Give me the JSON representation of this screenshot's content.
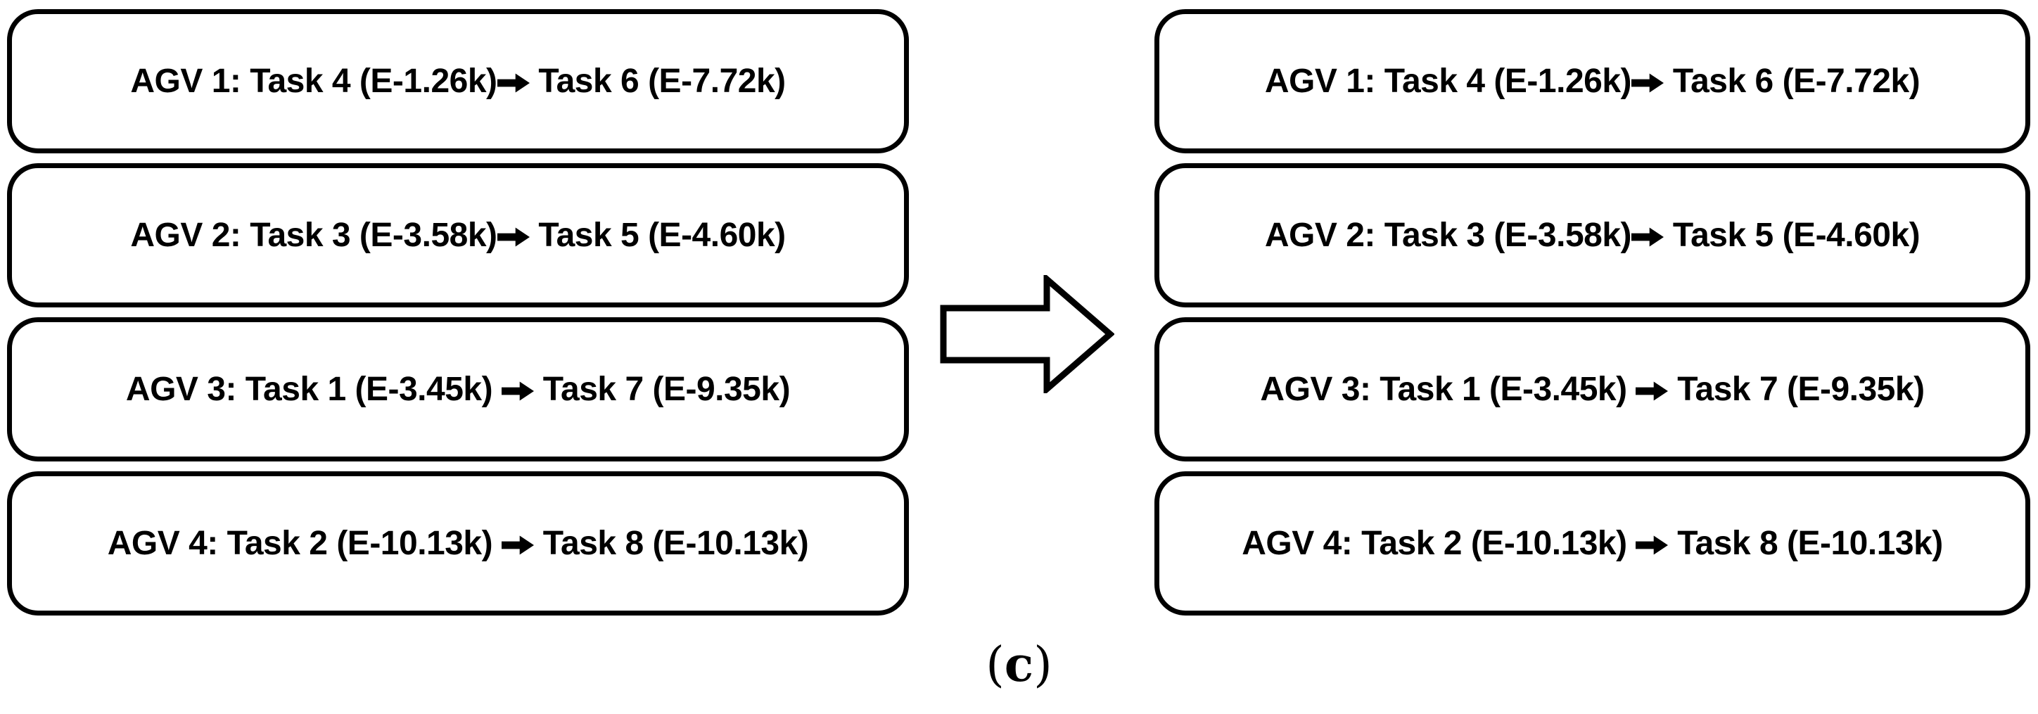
{
  "figure": {
    "caption": {
      "open": "(",
      "letter": "c",
      "close": ")"
    },
    "icons": {
      "inline_task_arrow_glyph": "➡",
      "between_columns_arrow": "hollow-block-right-arrow"
    },
    "colors": {
      "background": "#ffffff",
      "box_fill": "#ffffff",
      "box_border": "#000000",
      "text": "#000000",
      "arrow_fill": "#ffffff",
      "arrow_stroke": "#000000"
    },
    "columns": {
      "left": {
        "boxes": [
          {
            "pre": "AGV 1: Task 4 (E-1.26k)",
            "post": " Task 6 (E-7.72k)"
          },
          {
            "pre": "AGV 2: Task 3 (E-3.58k)",
            "post": " Task 5 (E-4.60k)"
          },
          {
            "pre": "AGV 3: Task 1 (E-3.45k) ",
            "post": " Task 7 (E-9.35k)"
          },
          {
            "pre": "AGV 4: Task 2 (E-10.13k) ",
            "post": " Task 8 (E-10.13k)"
          }
        ]
      },
      "right": {
        "boxes": [
          {
            "pre": "AGV 1: Task 4 (E-1.26k)",
            "post": " Task 6 (E-7.72k)"
          },
          {
            "pre": "AGV 2: Task 3 (E-3.58k)",
            "post": " Task 5 (E-4.60k)"
          },
          {
            "pre": "AGV 3: Task 1 (E-3.45k) ",
            "post": " Task 7 (E-9.35k)"
          },
          {
            "pre": "AGV 4: Task 2 (E-10.13k) ",
            "post": " Task 8 (E-10.13k)"
          }
        ]
      }
    }
  }
}
